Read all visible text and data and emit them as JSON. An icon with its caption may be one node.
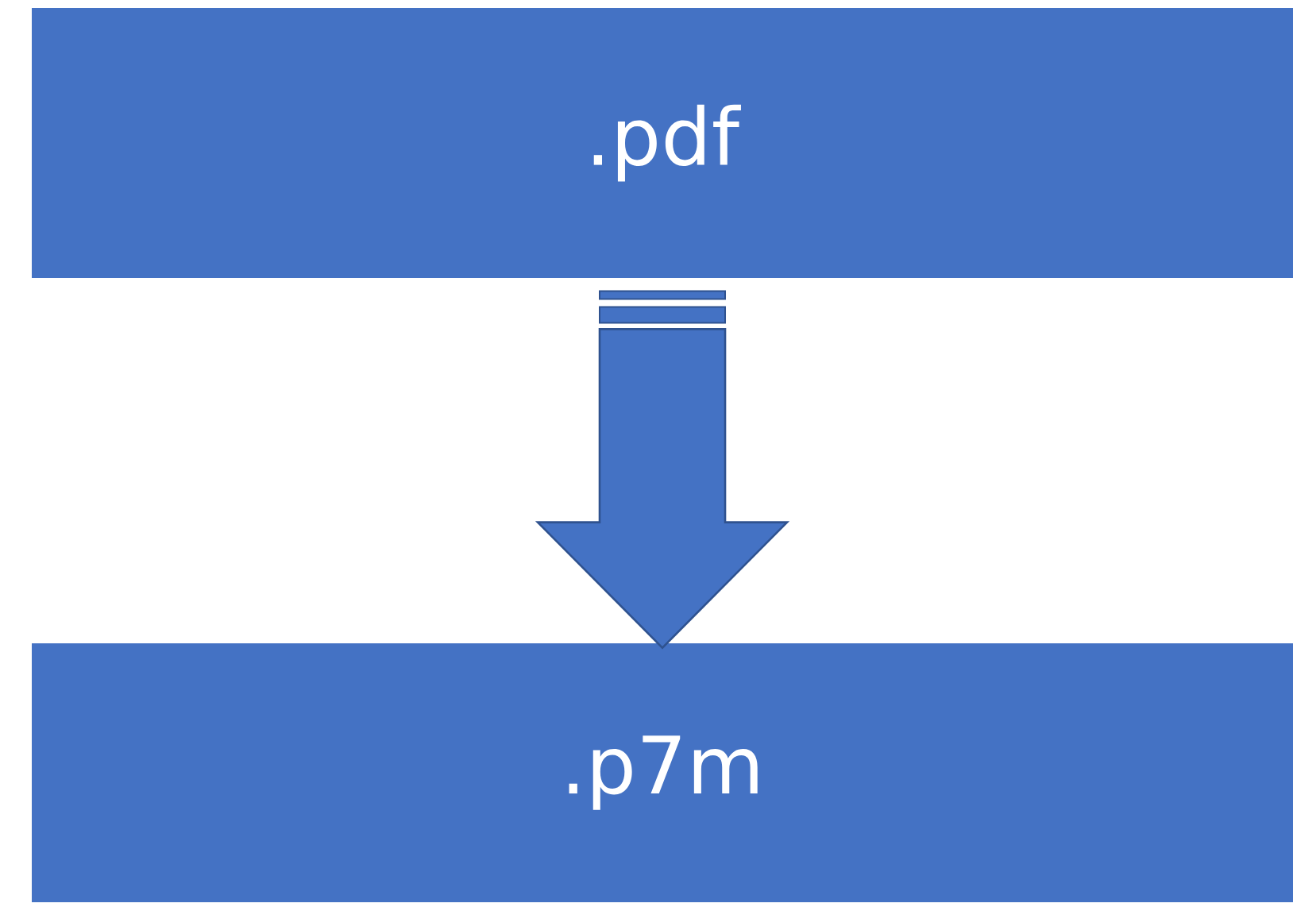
{
  "diagram": {
    "nodes": [
      {
        "text": [
          ".pdf"
        ]
      },
      {
        "text": [
          ".p7m"
        ]
      }
    ],
    "edges": [
      {
        "from": 0,
        "to": 1,
        "arrow": "to"
      }
    ]
  }
}
